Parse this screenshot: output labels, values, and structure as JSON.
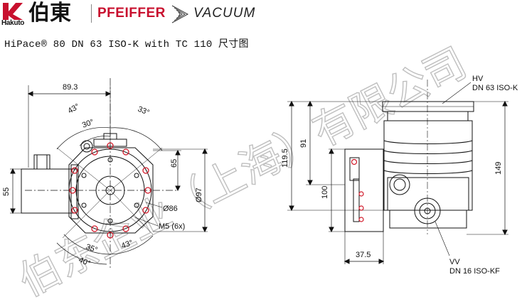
{
  "header": {
    "logo_word": "Hakuto",
    "brand_cn": "伯東",
    "brand_en": "PFEIFFER",
    "brand_vacuum": "VACUUM",
    "accent_color": "#c8102e"
  },
  "title": "HiPace® 80 DN 63 ISO-K with TC 110 尺寸图",
  "front_view": {
    "dim_width": "89.3",
    "angle_43_top": "43°",
    "angle_33": "33°",
    "angle_30": "30°",
    "dim_65": "65",
    "dim_55": "55",
    "dim_diameter_97": "Ø97",
    "dim_diameter_86": "Ø86",
    "screw_label": "M5 (6x)",
    "angle_35": "35°",
    "angle_43_bottom": "43°",
    "angle_40": "40°"
  },
  "side_view": {
    "hv_label": "HV",
    "hv_flange": "DN 63 ISO-K",
    "dim_119_5": "119.5",
    "dim_91": "91",
    "dim_149": "149",
    "dim_100": "100",
    "dim_37_5": "37.5",
    "vv_label": "VV",
    "vv_flange": "DN 16 ISO-KF"
  },
  "watermark": "伯东企业（上海）有限公司",
  "colors": {
    "line": "#111111",
    "marker": "#d11a2a",
    "watermark": "#bfbfbf"
  }
}
